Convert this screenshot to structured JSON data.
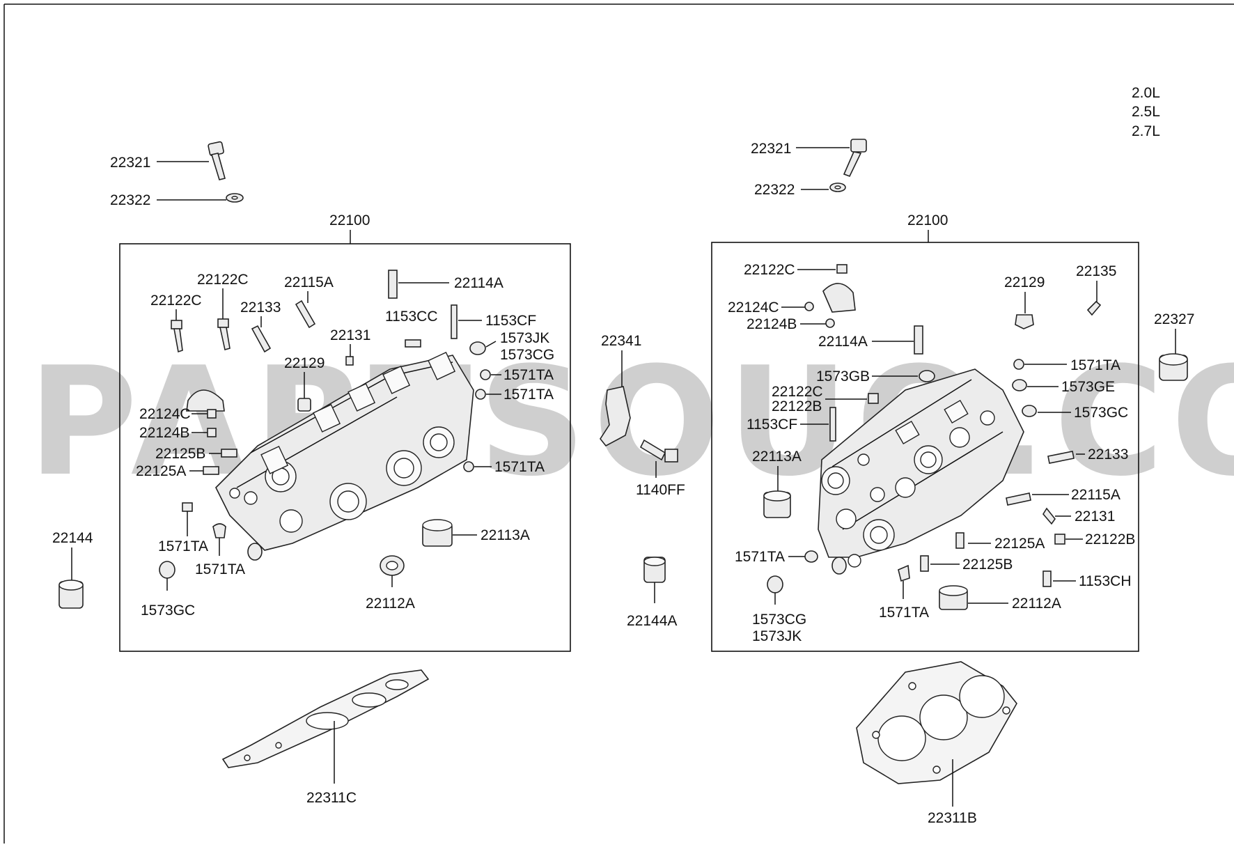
{
  "watermark": "PARTSOUQ.COM",
  "engine_variants": [
    "2.0L",
    "2.5L",
    "2.7L"
  ],
  "left_assembly": {
    "head_part_no": "22100",
    "bolt": "22321",
    "washer": "22322",
    "labels": [
      "22122C",
      "22122C",
      "22115A",
      "22133",
      "22114A",
      "1153CC",
      "1153CF",
      "1573JK",
      "1573CG",
      "22131",
      "22129",
      "1571TA",
      "1571TA",
      "22124C",
      "22124B",
      "22125B",
      "22125A",
      "1571TA",
      "1571TA",
      "1571TA",
      "1573GC",
      "22113A",
      "22112A"
    ],
    "gasket": "22311C",
    "outside_seal": "22144"
  },
  "center_parts": {
    "bracket": "22341",
    "stud": "1140FF",
    "seal": "22144A"
  },
  "right_assembly": {
    "head_part_no": "22100",
    "bolt": "22321",
    "washer": "22322",
    "labels": [
      "22122C",
      "22124C",
      "22124B",
      "22129",
      "22135",
      "22114A",
      "1571TA",
      "1573GB",
      "1573GE",
      "22122C",
      "22122B",
      "1573GC",
      "1153CF",
      "22113A",
      "22133",
      "22115A",
      "22131",
      "22122B",
      "22125A",
      "1571TA",
      "22125B",
      "1153CH",
      "1573CG",
      "1573JK",
      "1571TA",
      "22112A"
    ],
    "gasket": "22311B",
    "outside_seal": "22327"
  }
}
